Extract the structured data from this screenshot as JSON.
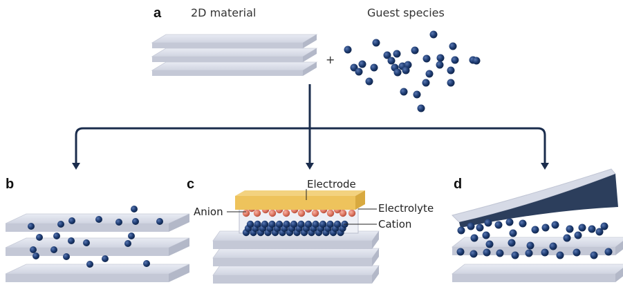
{
  "panels": {
    "a": {
      "letter": "a",
      "left_title": "2D material",
      "right_title": "Guest species"
    },
    "b": {
      "letter": "b"
    },
    "c": {
      "letter": "c",
      "electrode": "Electrode",
      "anion": "Anion",
      "electrolyte": "Electrolyte",
      "cation": "Cation"
    },
    "d": {
      "letter": "d"
    }
  },
  "symbols": {
    "plus": "+"
  },
  "colors": {
    "sheet_top": "#dfe2ec",
    "sheet_side": "#c4c8d6",
    "guest": "#1f3d73",
    "anion": "#e07a66",
    "electrode": "#eec35c",
    "arrow": "#1a2c4c",
    "peel": "#2c3e5c"
  }
}
